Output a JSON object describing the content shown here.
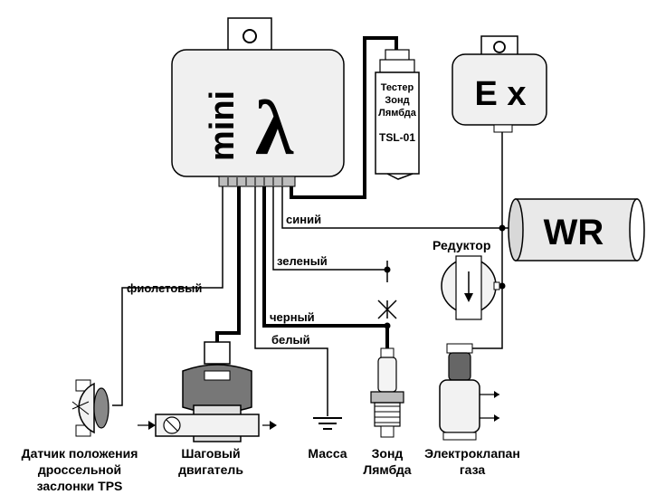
{
  "controller": {
    "mini": "mini",
    "lambda": "λ"
  },
  "tester": {
    "line1": "Тестер",
    "line2": "Зонд",
    "line3": "Лямбда",
    "model": "TSL-01"
  },
  "ex": {
    "label": "E x"
  },
  "wr": {
    "label": "WR"
  },
  "reducer": {
    "label": "Редуктор"
  },
  "wires": {
    "blue": "синий",
    "green": "зеленый",
    "black": "черный",
    "white": "белый",
    "violet": "фиолетовый"
  },
  "components": {
    "tps": [
      "Датчик положения",
      "дроссельной",
      "заслонки TPS"
    ],
    "stepper": [
      "Шаговый",
      "двигатель"
    ],
    "ground": [
      "Масса"
    ],
    "probe": [
      "Зонд",
      "Лямбда"
    ],
    "valve": [
      "Электроклапан",
      "газа"
    ]
  }
}
